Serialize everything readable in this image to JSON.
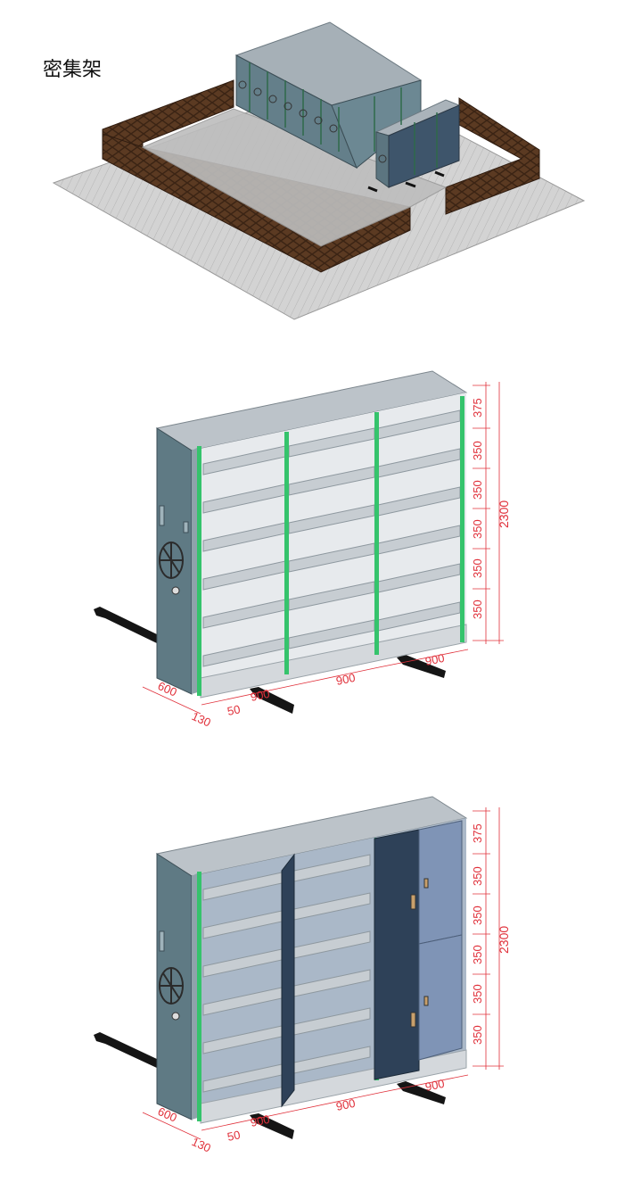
{
  "title": "密集架",
  "colors": {
    "panel_dark": "#5f7a84",
    "panel_side": "#7b939c",
    "top": "#b9c0c6",
    "shelf": "#c9ced4",
    "shelf_edge": "#9aa4ab",
    "green": "#35c36c",
    "rail": "#1b1b1b",
    "wall": "#5a3a22",
    "floor": "#cfcfcf",
    "door": "#2e4158",
    "dim": "#e0303a"
  },
  "rack1": {
    "heights": [
      "375",
      "350",
      "350",
      "350",
      "350",
      "350"
    ],
    "total": "2300",
    "width_a": "900",
    "width_b": "900",
    "width_c": "900",
    "depth": "600",
    "base_a": "130",
    "base_b": "50"
  },
  "rack2": {
    "heights": [
      "375",
      "350",
      "350",
      "350",
      "350",
      "350"
    ],
    "total": "2300",
    "width_a": "900",
    "width_b": "900",
    "width_c": "900",
    "depth": "600",
    "base_a": "130",
    "base_b": "50"
  }
}
